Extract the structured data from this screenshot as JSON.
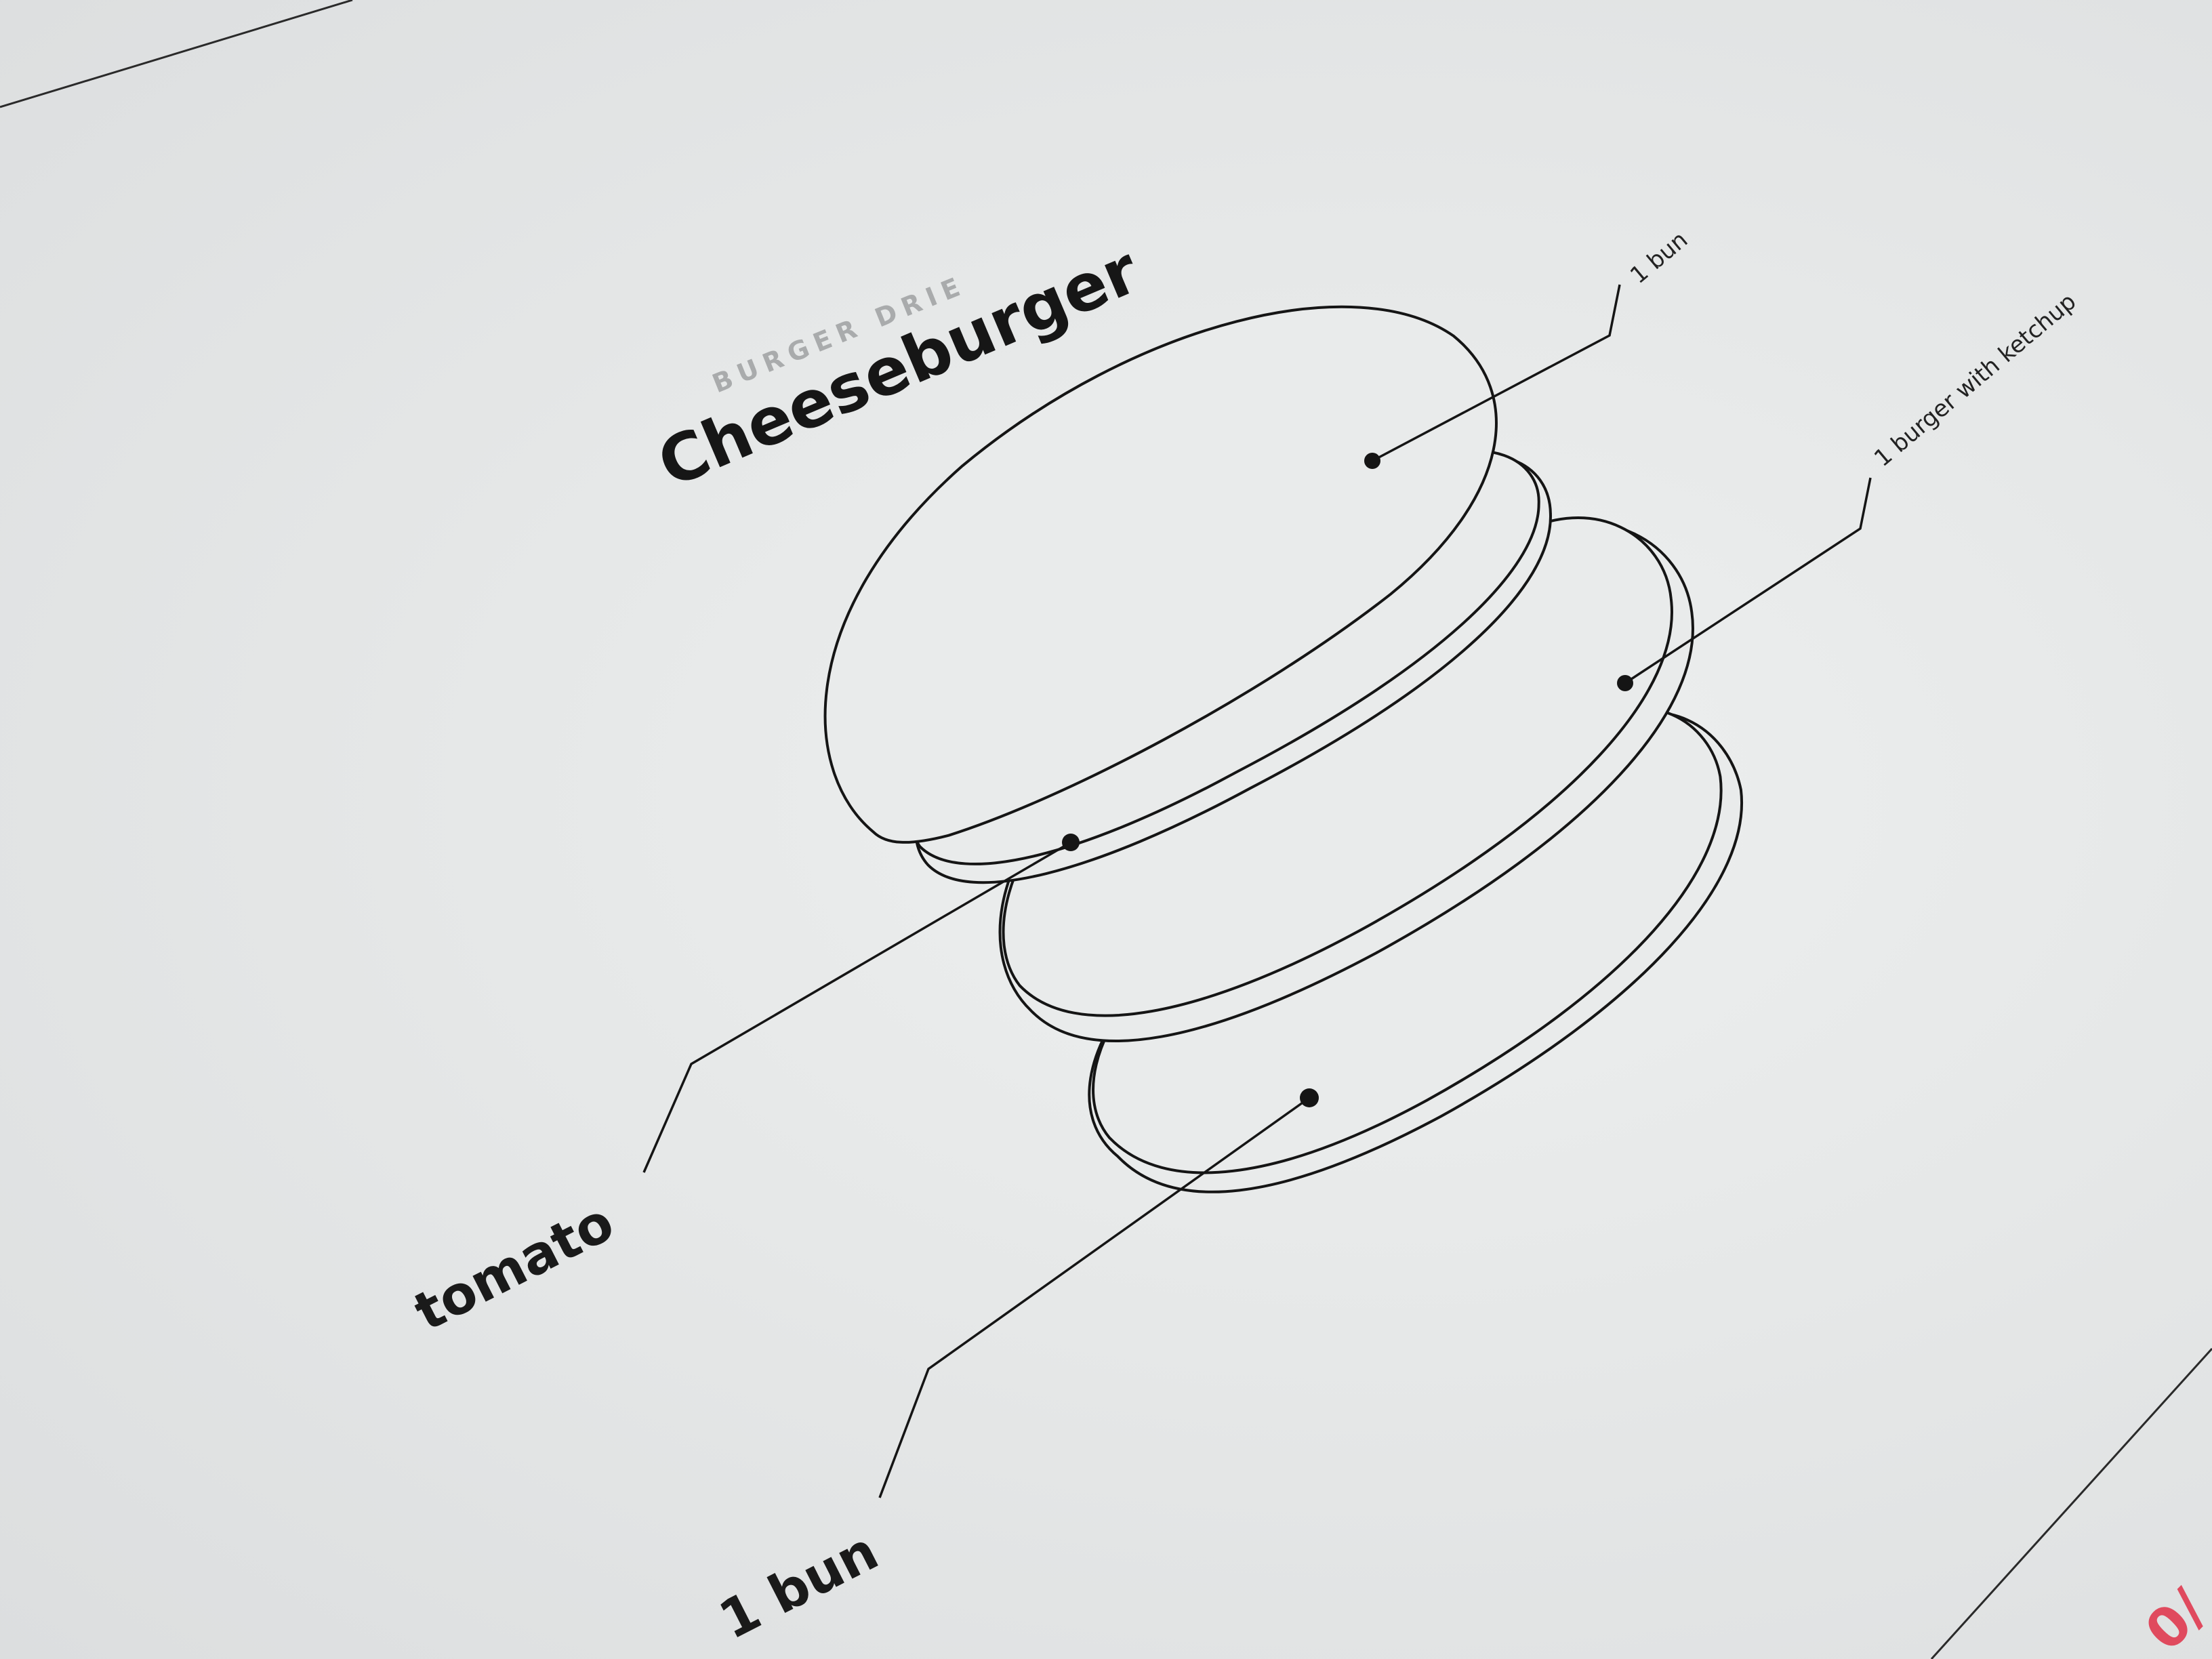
{
  "paper": {
    "kicker": "BURGER DRIE",
    "title": "Cheeseburger"
  },
  "callouts": {
    "top_bun": "1 bun",
    "patty": "1 burger with ketchup",
    "tomato": "tomato",
    "bottom_bun": "1 bun"
  },
  "corner_fragment": "0/",
  "colors": {
    "paper": "#e6e8e8",
    "ink": "#151515",
    "kicker_gray": "#a9abac",
    "accent_red": "#e04a5e"
  }
}
